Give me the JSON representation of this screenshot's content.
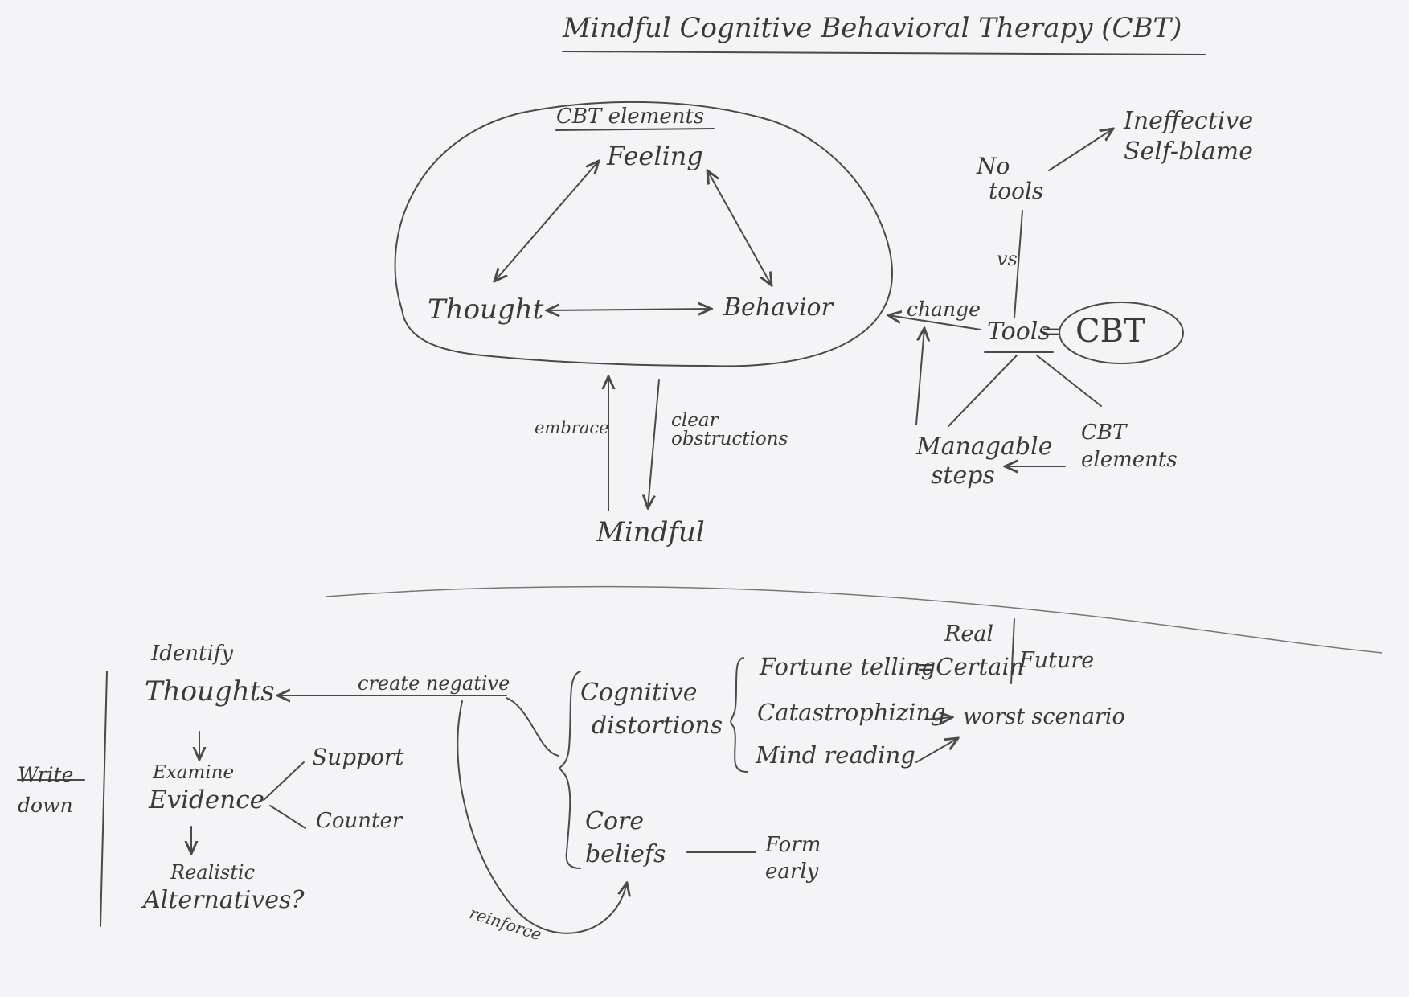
{
  "title": "Mindful Cognitive Behavioral Therapy (CBT)",
  "cbt_circle": {
    "heading": "CBT elements",
    "feeling": "Feeling",
    "thought": "Thought",
    "behavior": "Behavior"
  },
  "mindful_section": {
    "embrace": "embrace",
    "clear": "clear",
    "obstructions": "obstructions",
    "mindful": "Mindful"
  },
  "tools_section": {
    "no": "No",
    "tools_word": "tools",
    "ineffective": "Ineffective",
    "self_blame": "Self-blame",
    "vs": "vs",
    "tools": "Tools",
    "equals": "=",
    "cbt": "CBT",
    "change": "change",
    "manageable": "Managable",
    "steps": "steps",
    "cbt_elements_1": "CBT",
    "cbt_elements_2": "elements"
  },
  "lower_section": {
    "write": "Write",
    "down": "down",
    "identify": "Identify",
    "thoughts": "Thoughts",
    "examine": "Examine",
    "evidence": "Evidence",
    "support": "Support",
    "counter": "Counter",
    "realistic": "Realistic",
    "alternatives": "Alternatives?",
    "create_negative": "create negative",
    "cognitive": "Cognitive",
    "distortions": "distortions",
    "core": "Core",
    "beliefs": "beliefs",
    "form": "Form",
    "early": "early",
    "reinforce": "reinforce",
    "fortune_telling": "Fortune telling",
    "equals_certain": "=Certain",
    "real": "Real",
    "future": "Future",
    "catastrophizing": "Catastrophizing",
    "worst_scenario": "worst scenario",
    "mind_reading": "Mind reading"
  }
}
